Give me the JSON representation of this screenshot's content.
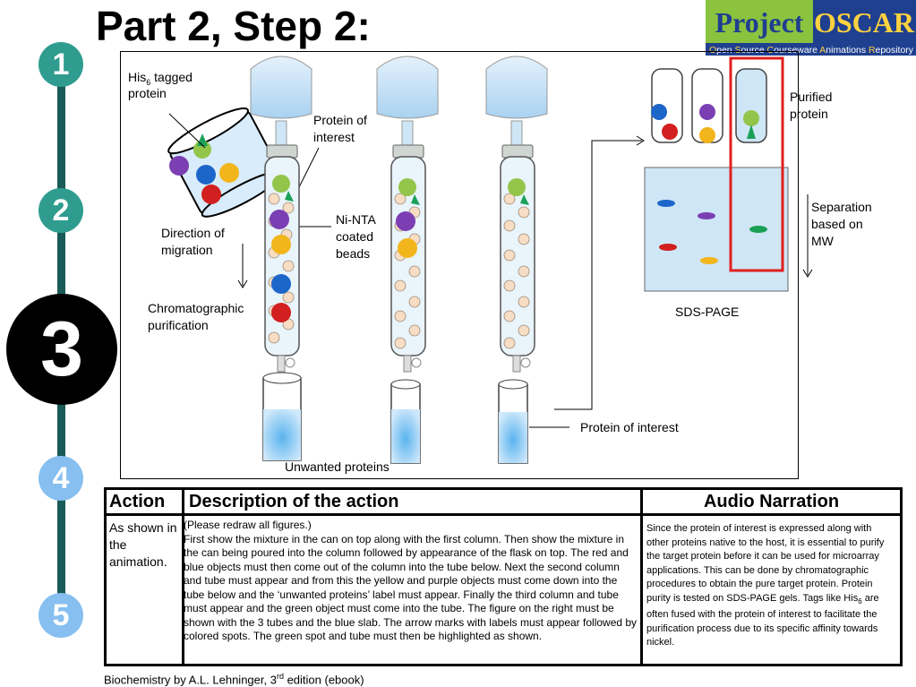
{
  "slide": {
    "title": "Part 2, Step 2:",
    "footer": "Biochemistry by A.L. Lehninger, 3rd edition (ebook)",
    "footer_parts": [
      "Biochemistry by A.L. Lehninger, 3",
      "rd",
      " edition (ebook)"
    ]
  },
  "logo": {
    "word1": "Project",
    "word2": "OSCAR",
    "tagline": "Open Source Courseware Animations Repository",
    "tagline_parts": [
      "O",
      "pen ",
      "S",
      "ource ",
      "C",
      "ourseware ",
      "A",
      "nimations ",
      "R",
      "epository"
    ]
  },
  "steps": [
    "1",
    "2",
    "3",
    "4",
    "5"
  ],
  "figure": {
    "his_label_line1_parts": [
      "His",
      "6",
      " tagged"
    ],
    "his_label_line2": "protein",
    "protein_of_interest_top": [
      "Protein of",
      "interest"
    ],
    "ni_nta": [
      "Ni-NTA",
      "coated",
      "beads"
    ],
    "direction": [
      "Direction of",
      "migration"
    ],
    "chromatographic": [
      "Chromatographic",
      "purification"
    ],
    "unwanted": "Unwanted proteins",
    "protein_of_interest_bottom": "Protein of interest",
    "purified": [
      "Purified",
      "protein"
    ],
    "separation": [
      "Separation",
      "based on",
      "MW"
    ],
    "sds_page": "SDS-PAGE"
  },
  "table": {
    "headers": [
      "Action",
      "Description of the action",
      "Audio Narration"
    ],
    "action_text": "As shown in the animation.",
    "description_lines": [
      "(Please redraw all figures.)",
      "First show the mixture in the can on top along with the first column. Then show the mixture in the can being poured into the column followed by appearance of the flask on top. The red and blue objects must then come out of the column into the tube below. Next the second column and tube must appear and from this the yellow and purple objects must come down into the tube below and the ‘unwanted proteins’ label must appear. Finally the third column and tube must appear and the green object must come into the tube. The figure on the right must be shown with the 3 tubes and the blue slab. The arrow marks with labels must appear followed by colored spots. The green spot and tube must then be highlighted as shown."
    ],
    "narration_parts": [
      "Since the protein of interest is expressed along with other proteins native to the host, it is essential to purify the target protein before it can be used for microarray applications. This can be done by chromatographic procedures to obtain the pure target protein. Protein purity is tested on SDS-PAGE gels. Tags like His",
      "6",
      " are often fused with the protein of interest to facilitate the purification process due to its specific affinity towards nickel."
    ]
  },
  "colors": {
    "teal_step": "#2f9c8f",
    "light_step": "#86bff0",
    "timeline": "#1a5a57",
    "logo_blue": "#1f3f8f",
    "logo_green": "#8bc33f",
    "highlight_red": "#e0201e",
    "gel_blue": "#cfe6f7"
  }
}
